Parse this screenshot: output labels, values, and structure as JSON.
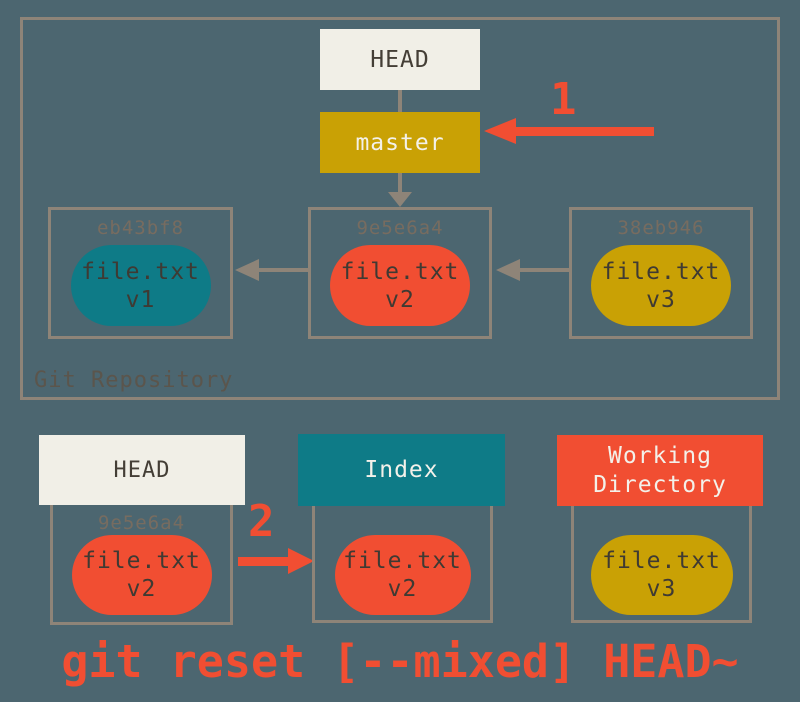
{
  "colors": {
    "background": "#4C6670",
    "border_gray": "#8E8478",
    "cream": "#F1EFE7",
    "gold": "#C9A105",
    "teal": "#0E7B87",
    "red_orange": "#F14E32",
    "dark_text": "#443E36",
    "light_text": "#F3F1EA",
    "hash_text": "#776C60"
  },
  "repository": {
    "label": "Git Repository",
    "head_label": "HEAD",
    "branch_label": "master",
    "step1_label": "1",
    "commits": [
      {
        "hash": "eb43bf8",
        "file": "file.txt",
        "version": "v1"
      },
      {
        "hash": "9e5e6a4",
        "file": "file.txt",
        "version": "v2"
      },
      {
        "hash": "38eb946",
        "file": "file.txt",
        "version": "v3"
      }
    ]
  },
  "areas": {
    "step2_label": "2",
    "head": {
      "title": "HEAD",
      "hash": "9e5e6a4",
      "file": "file.txt",
      "version": "v2"
    },
    "index": {
      "title": "Index",
      "file": "file.txt",
      "version": "v2"
    },
    "working_directory": {
      "title": "Working Directory",
      "file": "file.txt",
      "version": "v3"
    }
  },
  "command": "git reset [--mixed] HEAD~"
}
